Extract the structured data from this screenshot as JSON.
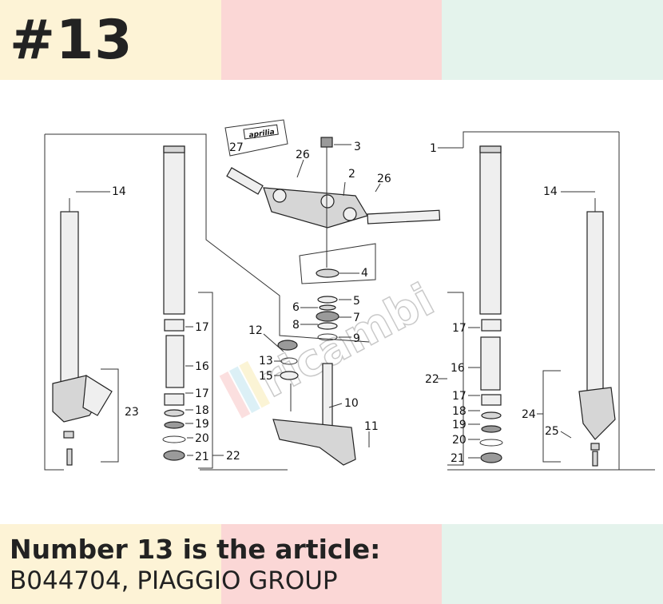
{
  "header": {
    "title": "#13",
    "band_colors": [
      "#fdf3d6",
      "#fbd7d6",
      "#e4f3ec"
    ]
  },
  "footer": {
    "line1": "Number 13 is the article:",
    "line2": "B044704, PIAGGIO GROUP",
    "band_colors": [
      "#fdf3d6",
      "#fbd7d6",
      "#e4f3ec"
    ]
  },
  "diagram": {
    "brand_label": "aprilia",
    "watermark": "ricambi",
    "callouts": {
      "n1": "1",
      "n2": "2",
      "n3": "3",
      "n4": "4",
      "n5": "5",
      "n6": "6",
      "n7": "7",
      "n8": "8",
      "n9": "9",
      "n10": "10",
      "n11": "11",
      "n12": "12",
      "n13": "13",
      "n14": "14",
      "n15": "15",
      "n16": "16",
      "n17": "17",
      "n18": "18",
      "n19": "19",
      "n20": "20",
      "n21": "21",
      "n22": "22",
      "n23": "23",
      "n24": "24",
      "n25": "25",
      "n26": "26",
      "n27": "27"
    }
  }
}
